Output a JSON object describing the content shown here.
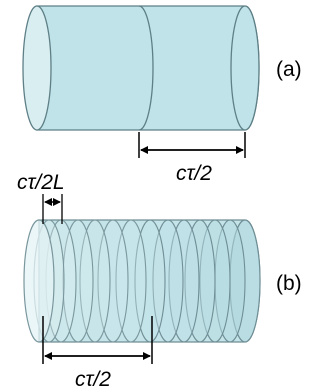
{
  "colors": {
    "cylinder_fill": "#bfe3e8",
    "cylinder_outline": "#5e7f86",
    "end_face_fill": "#d9eef1",
    "arrow": "#000000"
  },
  "panel_a": {
    "label": "(a)",
    "dimension_label": "cτ/2"
  },
  "panel_b": {
    "label": "(b)",
    "top_dimension_label": "cτ/2L",
    "bottom_dimension_label": "cτ/2"
  }
}
